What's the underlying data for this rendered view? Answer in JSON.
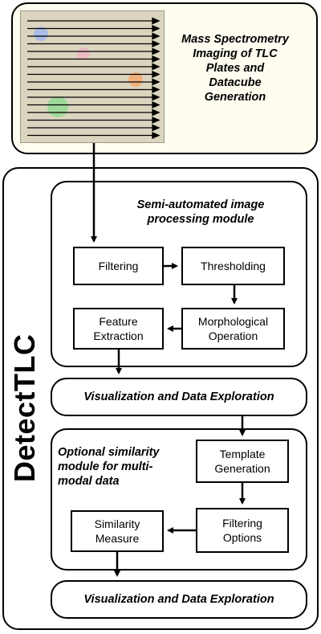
{
  "top": {
    "title_line1": "Mass Spectrometry",
    "title_line2": "Imaging of TLC",
    "title_line3": "Plates and",
    "title_line4": "Datacube",
    "title_line5": "Generation"
  },
  "side_title": "DetectTLC",
  "module1": {
    "title_line1": "Semi-automated image",
    "title_line2": "processing module",
    "filtering": "Filtering",
    "thresholding": "Thresholding",
    "feature_line1": "Feature",
    "feature_line2": "Extraction",
    "morph_line1": "Morphological",
    "morph_line2": "Operation"
  },
  "visualization1": "Visualization and Data Exploration",
  "module2": {
    "title_line1": "Optional similarity",
    "title_line2": "module for multi-",
    "title_line3": "modal data",
    "template_line1": "Template",
    "template_line2": "Generation",
    "filtering_opt_line1": "Filtering",
    "filtering_opt_line2": "Options",
    "similarity_line1": "Similarity",
    "similarity_line2": "Measure"
  },
  "visualization2": "Visualization and Data Exploration",
  "spot_colors": [
    "#9fb6f0",
    "#f0b4c0",
    "#f5a86a",
    "#90d890"
  ]
}
